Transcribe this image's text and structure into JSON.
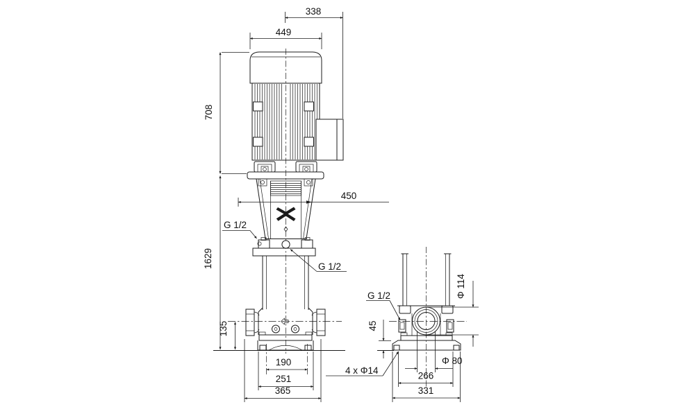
{
  "drawing_type": "pump dimensional outline drawing, front view and end view",
  "colors": {
    "line": "#1b1b1b",
    "background": "#ffffff"
  },
  "dims": {
    "front": {
      "terminal_box_offset": "338",
      "motor_width": "449",
      "motor_height": "708",
      "total_height": "1629",
      "head_clearance": "450",
      "priming_port": "G 1/2",
      "drain_port": "G 1/2",
      "port_centre_height": "135",
      "base_bolt_spacing": "190",
      "base_plate_width": "251",
      "base_overall_width": "365"
    },
    "end": {
      "side_port": "G 1/2",
      "port_height": "45",
      "flange_diameter": "Φ 114",
      "bore_diameter": "Φ 80",
      "bolt_holes": "4 x Φ14",
      "base_bolt_spacing": "266",
      "base_overall_width": "331"
    }
  }
}
